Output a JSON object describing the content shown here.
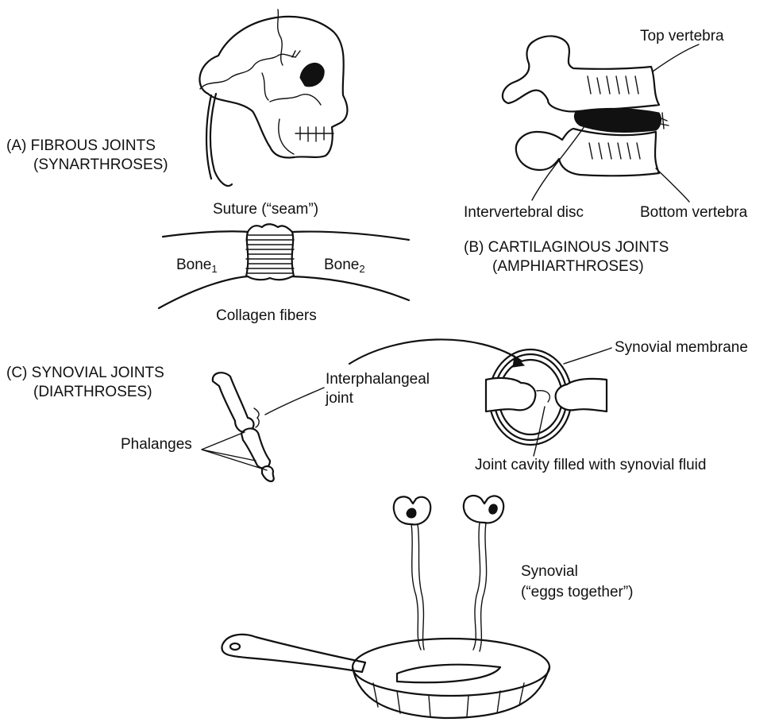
{
  "sections": {
    "fibrous": {
      "title": "(A) FIBROUS JOINTS",
      "subtitle": "(SYNARTHROSES)"
    },
    "cartilaginous": {
      "title": "(B) CARTILAGINOUS JOINTS",
      "subtitle": "(AMPHIARTHROSES)"
    },
    "synovial": {
      "title": "(C) SYNOVIAL JOINTS",
      "subtitle": "(DIARTHROSES)"
    }
  },
  "labels": {
    "suture": "Suture (“seam”)",
    "bone1_base": "Bone",
    "bone1_sub": "1",
    "bone2_base": "Bone",
    "bone2_sub": "2",
    "collagen": "Collagen fibers",
    "top_vertebra": "Top vertebra",
    "intervertebral_disc": "Intervertebral disc",
    "bottom_vertebra": "Bottom vertebra",
    "interphalangeal_line1": "Interphalangeal",
    "interphalangeal_line2": "joint",
    "phalanges": "Phalanges",
    "synovial_membrane": "Synovial membrane",
    "joint_cavity": "Joint cavity filled with synovial fluid",
    "synovial_word": "Synovial",
    "eggs_together": "(“eggs together”)"
  }
}
